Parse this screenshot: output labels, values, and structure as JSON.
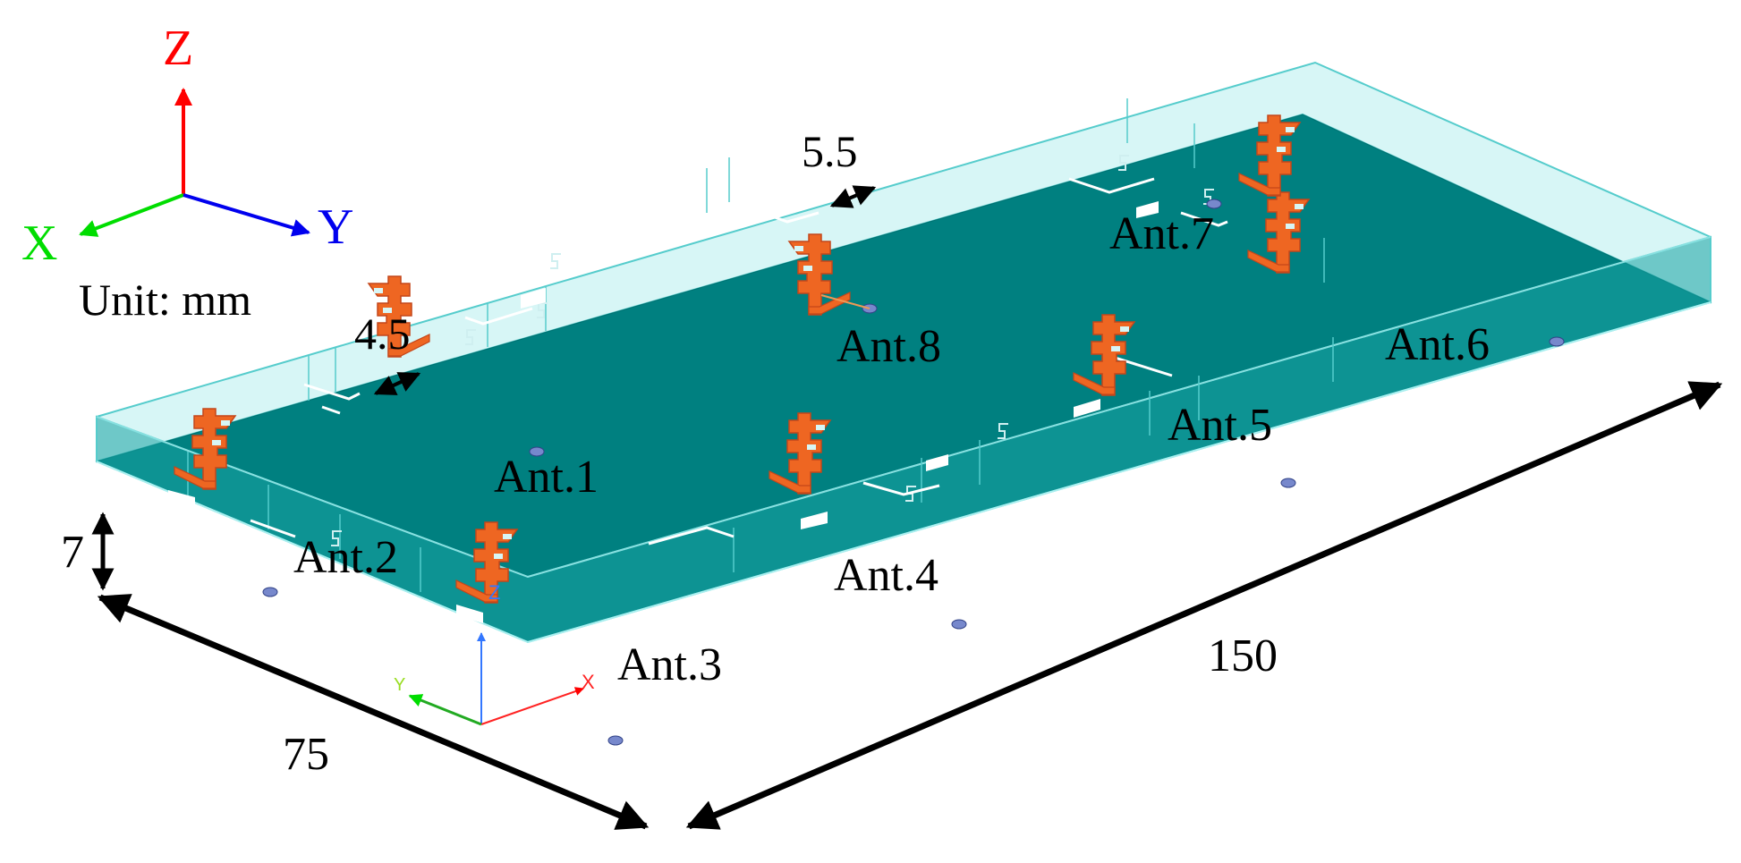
{
  "axes": {
    "z_label": "Z",
    "x_label": "X",
    "y_label": "Y",
    "unit_text": "Unit: mm",
    "z_color": "#ff0000",
    "x_color": "#00dd00",
    "y_color": "#0000ee"
  },
  "dimensions": {
    "length": "150",
    "width": "75",
    "height": "7",
    "gap_a": "4.5",
    "gap_b": "5.5"
  },
  "antennas": [
    "Ant.1",
    "Ant.2",
    "Ant.3",
    "Ant.4",
    "Ant.5",
    "Ant.6",
    "Ant.7",
    "Ant.8"
  ],
  "local_axes": {
    "z": "Z",
    "y": "Y",
    "x": "X"
  },
  "colors": {
    "ground": "#008080",
    "side_wall": "#d7f6f6",
    "wire": "#55cccc",
    "antenna": "#ee6622",
    "antenna_dark": "#c4461a",
    "feed": "#7788cc"
  }
}
